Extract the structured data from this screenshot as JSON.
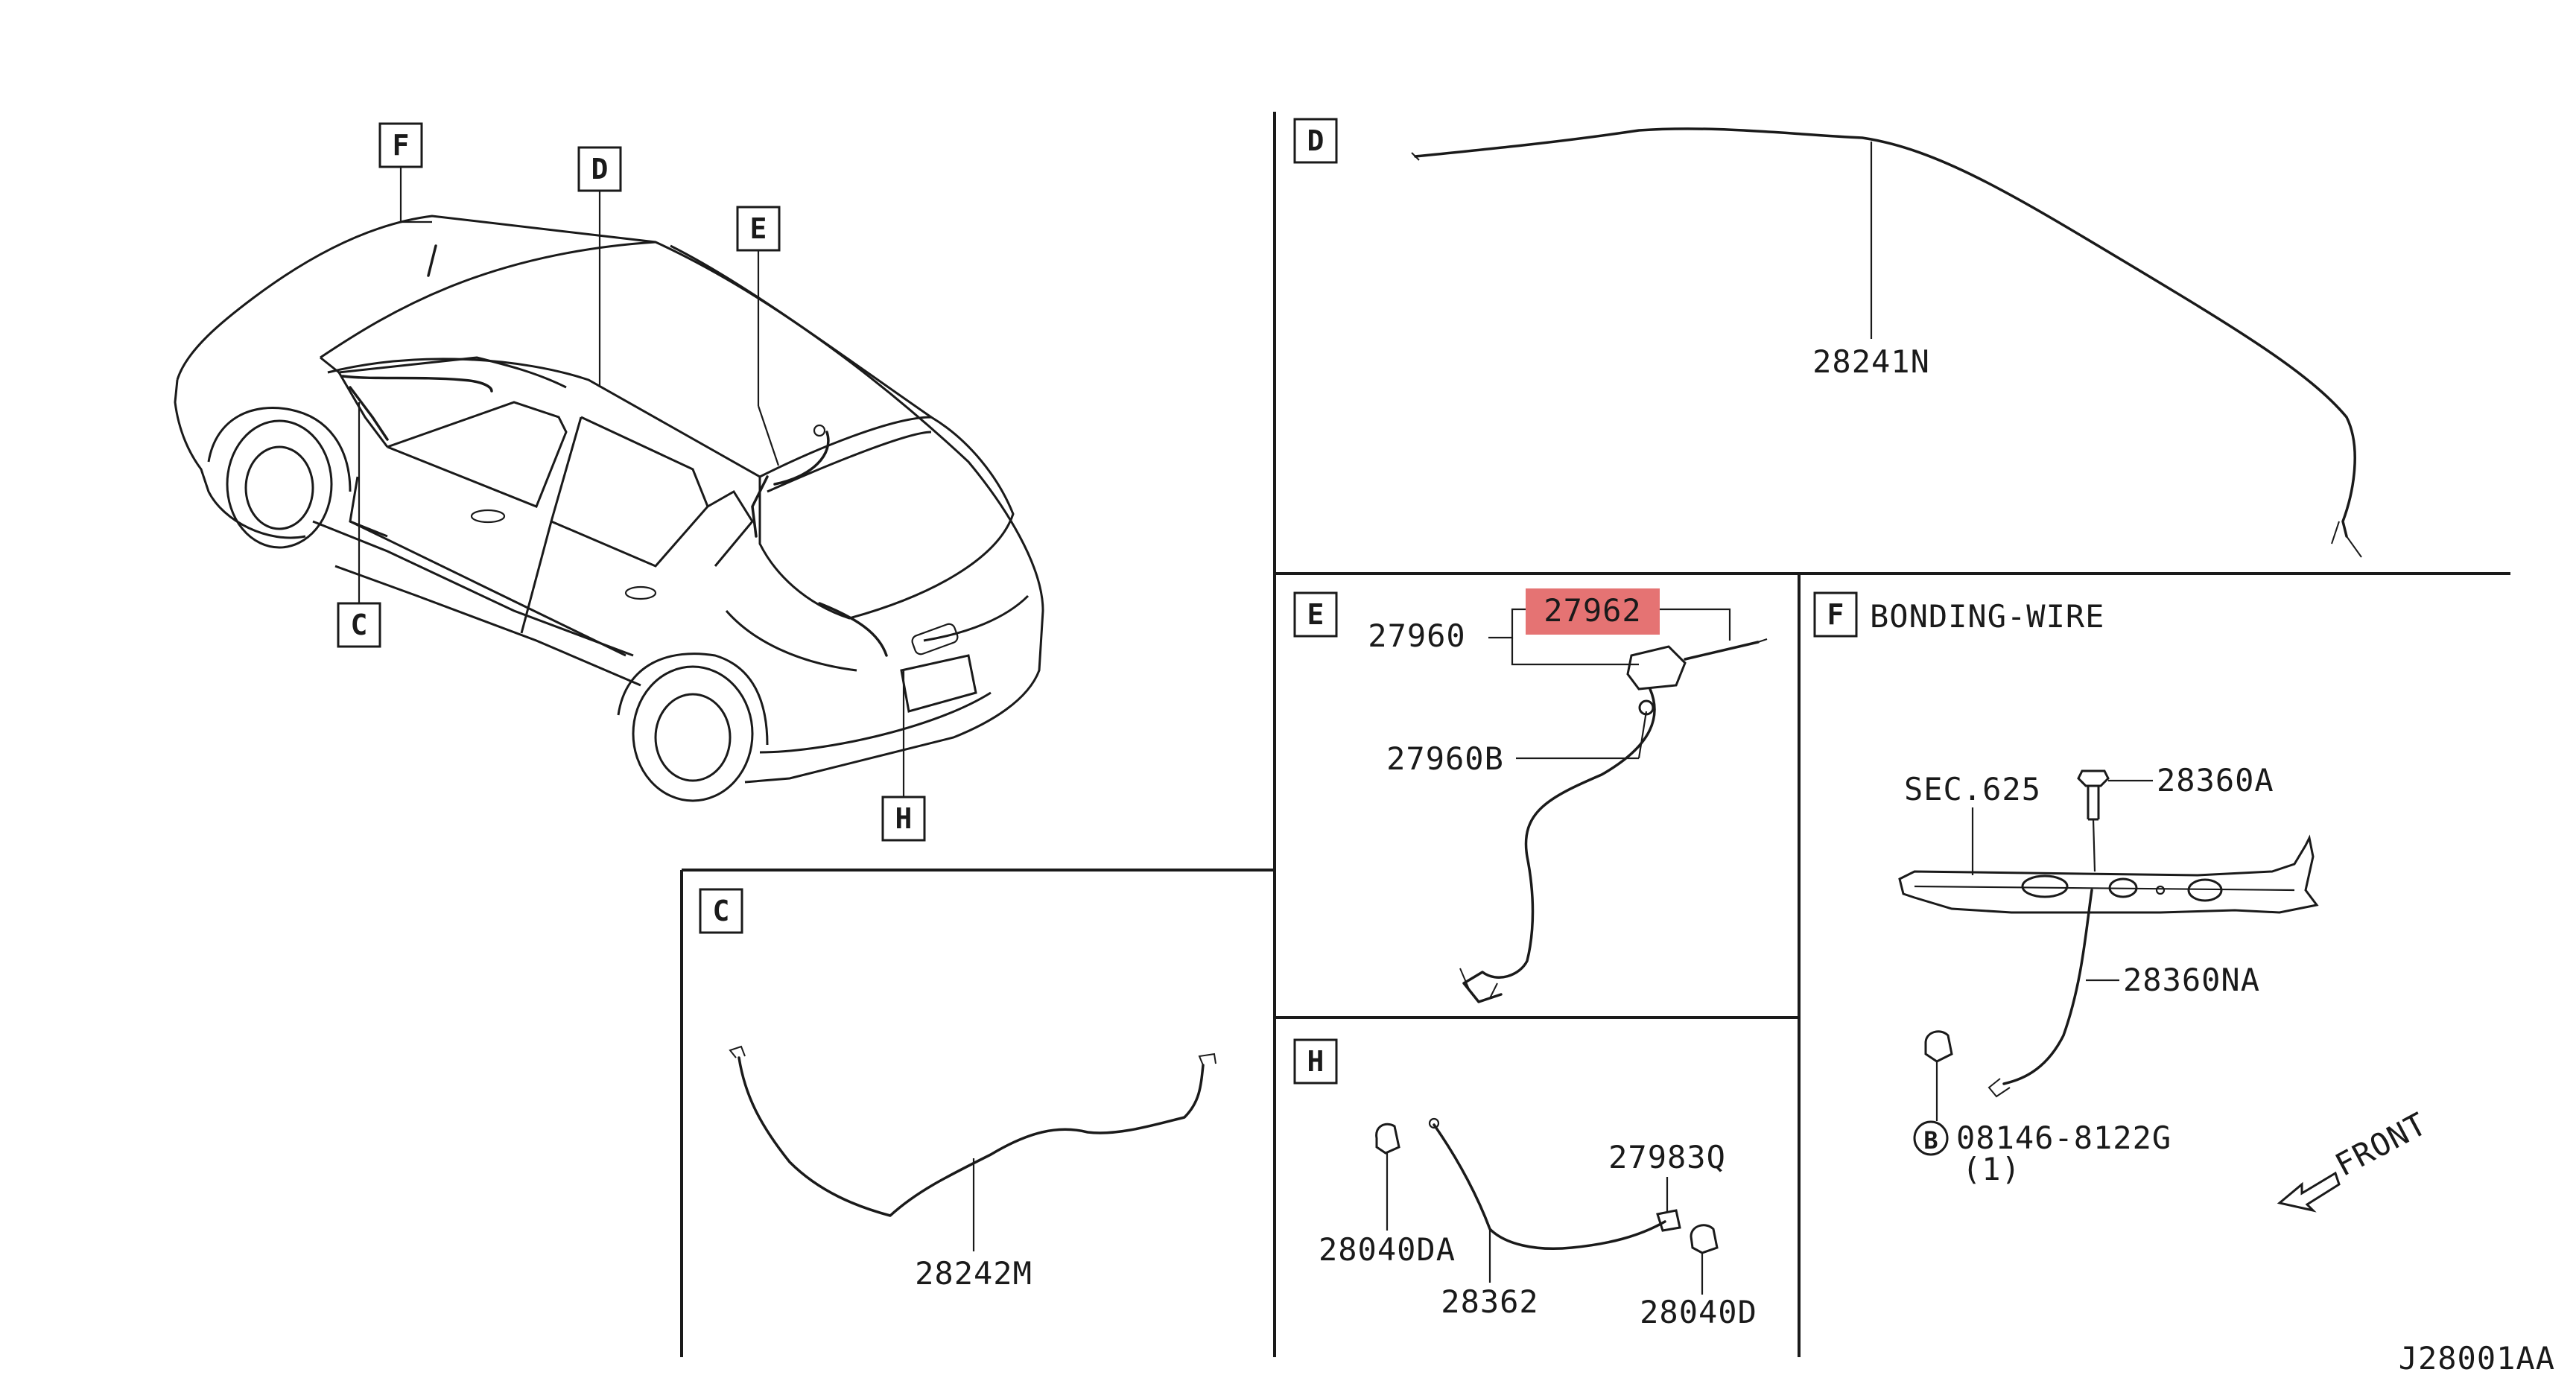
{
  "diagram_code": "J28001AA",
  "callouts": {
    "C": "C",
    "D": "D",
    "E": "E",
    "F": "F",
    "H": "H"
  },
  "sections": {
    "D": {
      "label": "D",
      "parts": [
        "28241N"
      ]
    },
    "E": {
      "label": "E",
      "parts": [
        "27962",
        "27960",
        "27960B"
      ],
      "highlighted_part": "27962"
    },
    "F": {
      "label": "F",
      "title": "BONDING-WIRE",
      "parts": [
        "SEC.625",
        "28360A",
        "28360NA",
        "08146-8122G"
      ],
      "bolt_symbol": "B",
      "quantity": "(1)",
      "direction": "FRONT"
    },
    "C": {
      "label": "C",
      "parts": [
        "28242M"
      ]
    },
    "H": {
      "label": "H",
      "parts": [
        "27983Q",
        "28040DA",
        "28362",
        "28040D"
      ]
    }
  },
  "colors": {
    "highlight": "#e05a5a",
    "line": "#1a1a1a",
    "background": "#ffffff"
  }
}
